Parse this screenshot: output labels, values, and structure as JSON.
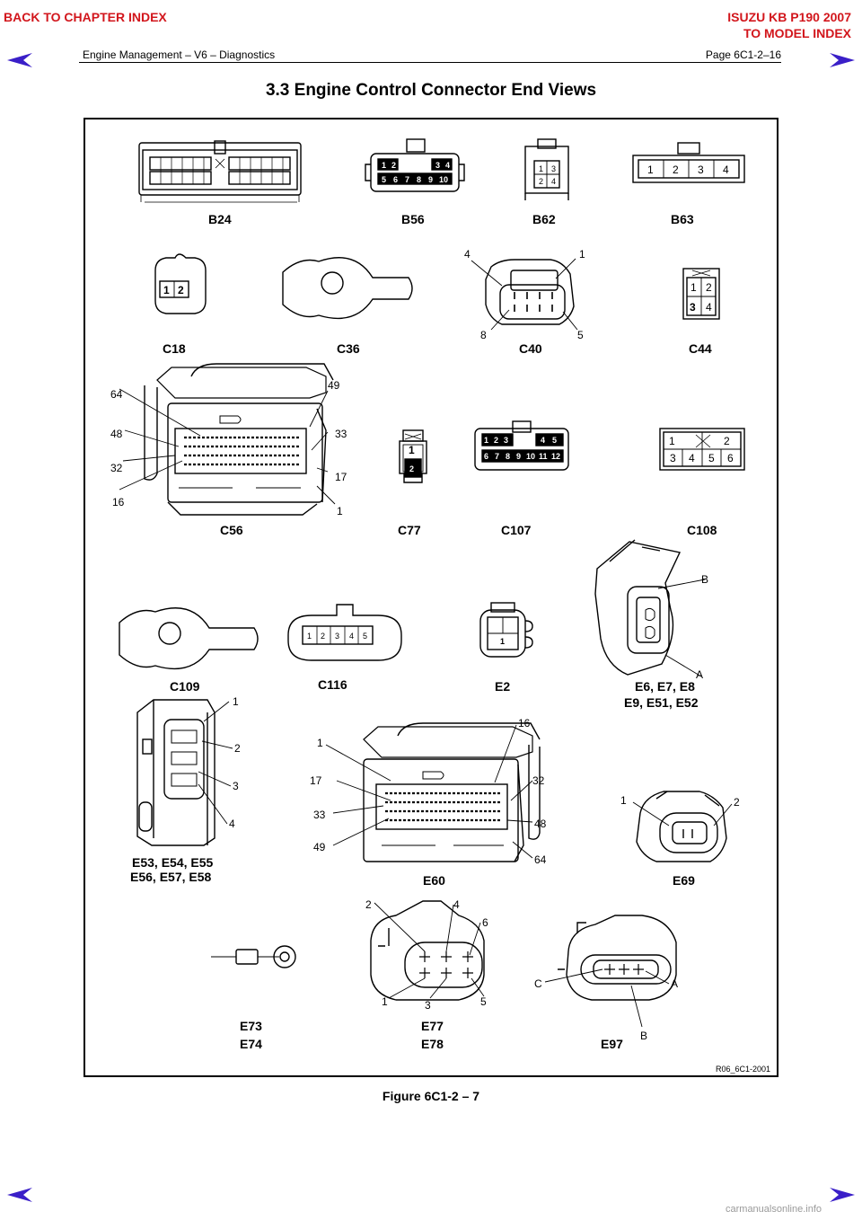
{
  "header": {
    "back_to_chapter": "BACK TO CHAPTER INDEX",
    "model_line1": "ISUZU KB P190 2007",
    "model_line2": "TO MODEL INDEX",
    "subtitle": "Engine Management – V6 – Diagnostics",
    "page_number": "Page 6C1-2–16",
    "link_color": "#d2161c",
    "arrow_color": "#3a1fc8"
  },
  "section": {
    "title": "3.3     Engine Control Connector End Views"
  },
  "figure": {
    "reference": "R06_6C1-2001",
    "caption": "Figure 6C1-2 – 7",
    "connectors": {
      "b24": "B24",
      "b56": "B56",
      "b62": "B62",
      "b63": "B63",
      "c18": "C18",
      "c36": "C36",
      "c40": "C40",
      "c44": "C44",
      "c56": "C56",
      "c77": "C77",
      "c107": "C107",
      "c108": "C108",
      "c109": "C109",
      "c116": "C116",
      "e2": "E2",
      "e6_line1": "E6, E7, E8",
      "e6_line2": "E9, E51, E52",
      "e53_line1": "E53, E54, E55",
      "e53_line2": "E56, E57, E58",
      "e60": "E60",
      "e69": "E69",
      "e73_line1": "E73",
      "e73_line2": "E74",
      "e77_line1": "E77",
      "e77_line2": "E78",
      "e97": "E97"
    },
    "pins": {
      "b56_top": [
        "1",
        "2",
        "3",
        "4"
      ],
      "b56_bottom": [
        "5",
        "6",
        "7",
        "8",
        "9",
        "10"
      ],
      "b62": [
        "1",
        "3",
        "2",
        "4"
      ],
      "b63": [
        "1",
        "2",
        "3",
        "4"
      ],
      "c18": [
        "1",
        "2"
      ],
      "c40": [
        "4",
        "1",
        "8",
        "5"
      ],
      "c44": [
        "1",
        "2",
        "3",
        "4"
      ],
      "c56": [
        "64",
        "48",
        "32",
        "16",
        "49",
        "33",
        "17",
        "1"
      ],
      "c77": [
        "1",
        "2"
      ],
      "c107_top": [
        "1",
        "2",
        "3",
        "4",
        "5"
      ],
      "c107_bottom": [
        "6",
        "7",
        "8",
        "9",
        "10",
        "11",
        "12"
      ],
      "c108": [
        "1",
        "2",
        "3",
        "4",
        "5",
        "6"
      ],
      "c116": [
        "1",
        "2",
        "3",
        "4",
        "5"
      ],
      "e2": [
        "1"
      ],
      "e6": [
        "B",
        "A"
      ],
      "e53": [
        "1",
        "2",
        "3",
        "4"
      ],
      "e60": [
        "1",
        "17",
        "33",
        "49",
        "16",
        "32",
        "48",
        "64"
      ],
      "e69": [
        "1",
        "2"
      ],
      "e77": [
        "2",
        "4",
        "6",
        "1",
        "3",
        "5"
      ],
      "e97": [
        "C",
        "A",
        "B"
      ]
    }
  },
  "footer": {
    "watermark": "carmanualsonline.info"
  }
}
